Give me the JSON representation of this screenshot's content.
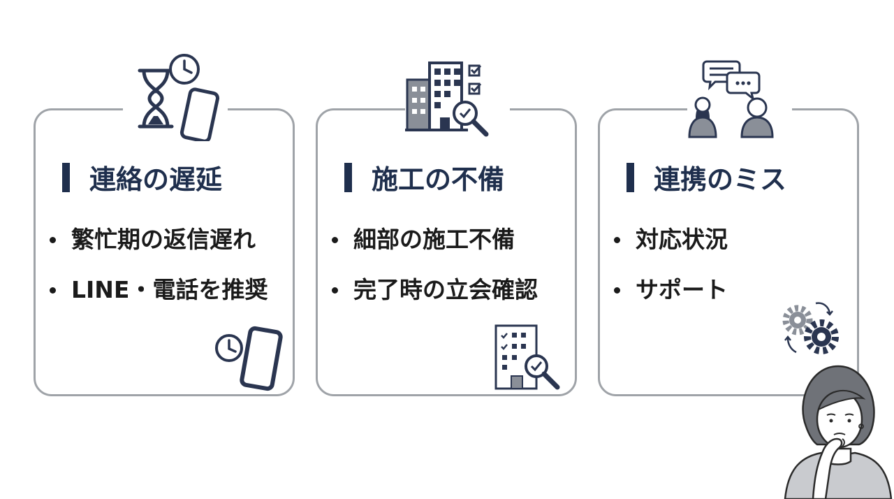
{
  "cards": [
    {
      "title": "連絡の遅延",
      "items": [
        "繁忙期の返信遅れ",
        "LINE・電話を推奨"
      ],
      "top_icon": "hourglass-clock-phone-icon",
      "corner_icon": "clock-phone-icon"
    },
    {
      "title": "施工の不備",
      "items": [
        "細部の施工不備",
        "完了時の立会確認"
      ],
      "top_icon": "building-checklist-magnifier-icon",
      "corner_icon": "building-magnifier-icon"
    },
    {
      "title": "連携のミス",
      "items": [
        "対応状況",
        "サポート"
      ],
      "top_icon": "people-chat-icon",
      "corner_icon": "gears-icon"
    }
  ],
  "colors": {
    "title": "#1f2f4d",
    "text": "#1a1a1a",
    "border": "#9fa3a8",
    "icon_dark": "#2a3550",
    "icon_gray": "#8a8f98"
  },
  "illustration": "thinking-woman-icon"
}
